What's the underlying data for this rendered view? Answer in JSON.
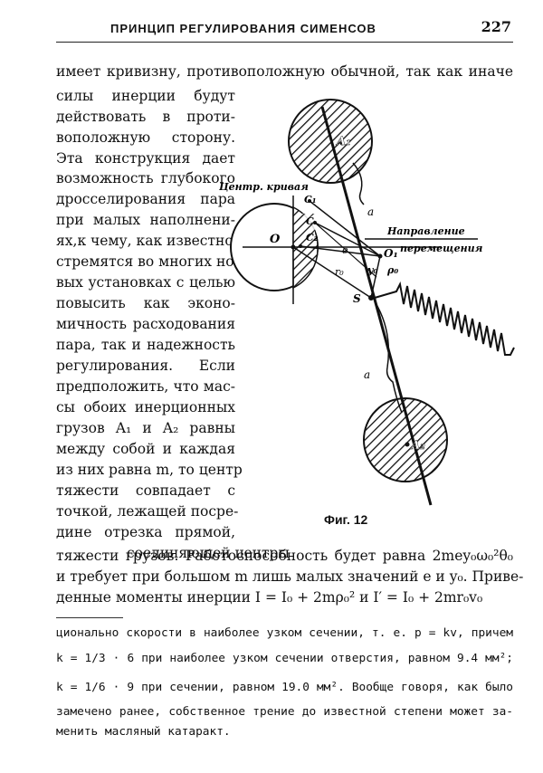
{
  "header": {
    "running_title": "ПРИНЦИП РЕГУЛИРОВАНИЯ СИМЕНСОВ",
    "page_number": "227"
  },
  "body_lines": [
    "имеет кривизну, противоположную обычной, так как иначе",
    "силы инерции будут",
    "действовать в проти-",
    "воположную сторону.",
    "Эта конструкция дает",
    "возможность глубокого",
    "дросселирования пара",
    "при малых наполнени-",
    "ях,к чему, как известно,",
    "стремятся во многих но-",
    "вых установках с целью",
    "повысить как эконо-",
    "мичность расходования",
    "пара, так и надежность",
    "регулирования. Если",
    "предположить, что мас-",
    "сы обоих инерционных",
    "грузов A₁ и A₂ равны",
    "между собой и каждая",
    "из них равна m, то центр",
    "тяжести совпадает с",
    "точкой, лежащей посре-",
    "дине отрезка прямой,",
    "соединяющей центры",
    "тяжести грузов. Работоспособность будет равна 2mey₀ω₀²θ₀",
    "и требует при большом m лишь малых значений e и y₀. Приве-",
    "денные моменты инерции   I = I₀ + 2mρ₀²   и   I′ = I₀ + 2mr₀v₀"
  ],
  "figure": {
    "caption": "Фиг. 12",
    "labels": {
      "centr_krivaya": "Центр. кривая",
      "napravlenie_1": "Направление",
      "napravlenie_2": "перемещения",
      "A1": "A₁",
      "A2": "A₂",
      "O": "O",
      "O1": "O₁",
      "C": "C",
      "C1": "C₁",
      "C2": "C₂",
      "S": "S",
      "a_top": "a",
      "a_bottom": "a",
      "r0": "r₀",
      "y0": "y₀",
      "rho0": "ρ₀",
      "e": "e"
    }
  },
  "footnote_lines": [
    "ционально скорости в наиболее узком сечении, т. е. p = kv, причем",
    "k = 1/3 · 6 при наиболее узком сечении отверстия, равном 9.4 мм²;",
    "k = 1/6 · 9 при сечении, равном 19.0 мм². Вообще говоря, как было",
    "замечено ранее, собственное трение до известной степени может за-",
    "менить масляный катаракт."
  ]
}
